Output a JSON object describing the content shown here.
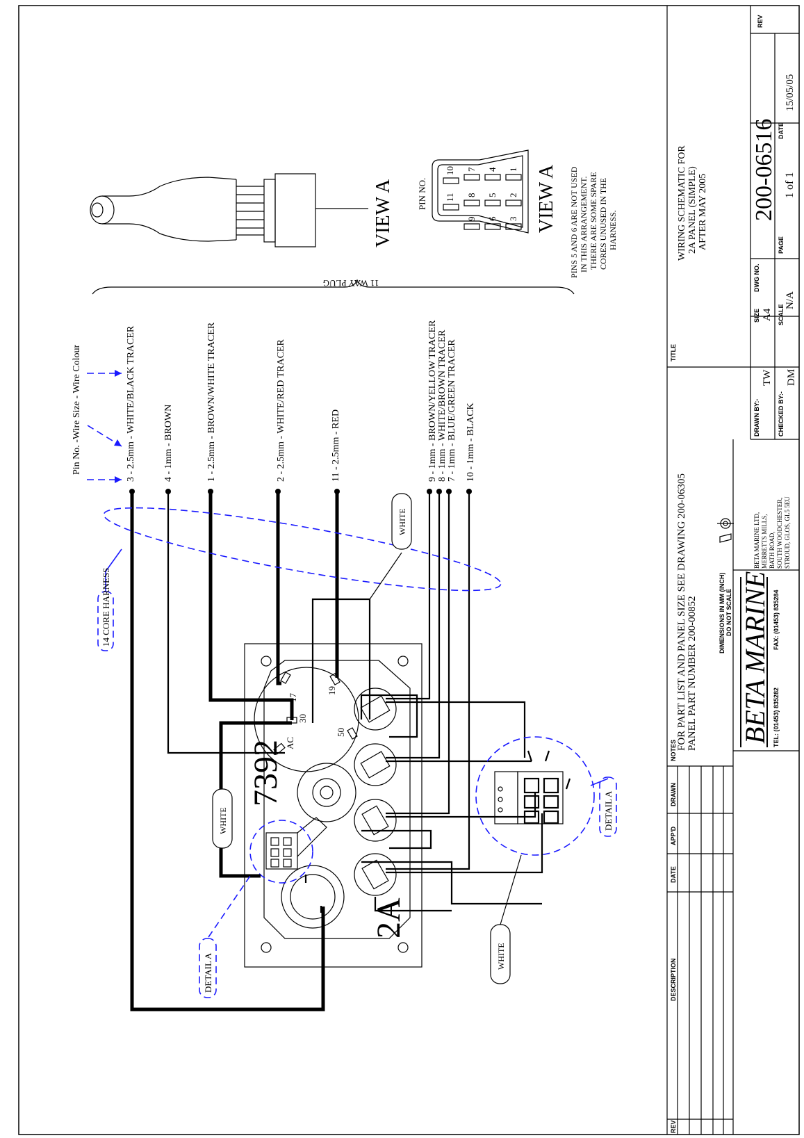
{
  "wire_table": {
    "header": "Pin No. -Wire Size - Wire Colour",
    "rows": [
      "3 - 2.5mm - WHITE/BLACK TRACER",
      "4 - 1mm - BROWN",
      "1 - 2.5mm - BROWN/WHITE TRACER",
      "2 - 2.5mm - WHITE/RED TRACER",
      "11 - 2.5mm - RED",
      "9 - 1mm - BROWN/YELLOW TRACER",
      "8 - 1mm - WHITE/BROWN TRACER",
      "7 - 1mm - BLUE/GREEN TRACER",
      "10 - 1mm - BLACK"
    ]
  },
  "plug": {
    "bracket_label": "11 WAY PLUG",
    "view_label": "VIEW A",
    "pin_no_label": "PIN NO.",
    "pins": [
      "11",
      "10",
      "9",
      "8",
      "7",
      "6",
      "5",
      "4",
      "3",
      "2",
      "1"
    ],
    "note": [
      "PINS 5 AND 6 ARE NOT USED",
      "IN THIS ARRANGEMENT.",
      "THERE ARE SOME SPARE",
      "CORES UNUSED IN THE",
      "HARNESS."
    ]
  },
  "labels": {
    "harness": "14 CORE HARNESS",
    "white": "WHITE",
    "detail": "DETAIL A"
  },
  "panel": {
    "terminals": [
      "17",
      "30",
      "19",
      "50",
      "AC"
    ],
    "engraving_top": "7392",
    "engraving_bottom": "2A"
  },
  "notes": {
    "heading": "NOTES",
    "lines": [
      "FOR PART LIST AND PANEL SIZE SEE DRAWING 200-06305",
      "PANEL PART NUMBER 200-00852"
    ]
  },
  "revision_table": {
    "headers": [
      "REV",
      "DESCRIPTION",
      "DATE",
      "APP'D",
      "DRAWN"
    ]
  },
  "title_block": {
    "dims_note_1": "DIMENSIONS IN MM (INCH)",
    "dims_note_2": "DO NOT SCALE",
    "brand": "BETA MARINE",
    "tel": "TEL: (01453) 835282",
    "fax": "FAX: (01453) 835284",
    "address": [
      "BETA MARINE LTD,",
      "MERRETTS MILLS,",
      "BATH ROAD,",
      "SOUTH WOODCHESTER,",
      "STROUD, GLOS, GL5 5EU"
    ],
    "drawn_by_label": "DRAWN BY:-",
    "drawn_by": "TW",
    "checked_by_label": "CHECKED BY:-",
    "checked_by": "DM",
    "title_label": "TITLE",
    "title_lines": [
      "WIRING SCHEMATIC FOR",
      "2A PANEL (SIMPLE)",
      "AFTER MAY 2005"
    ],
    "size_label": "SIZE",
    "size": "A4",
    "scale_label": "SCALE",
    "scale": "N/A",
    "dwg_no_label": "DWG NO.",
    "dwg_no": "200-06516",
    "page_label": "PAGE",
    "page": "1 of 1",
    "date_label": "DATE",
    "date": "15/05/05",
    "rev_label": "REV"
  },
  "colors": {
    "line": "#000000",
    "annotation": "#1a1aff",
    "background": "#ffffff"
  }
}
